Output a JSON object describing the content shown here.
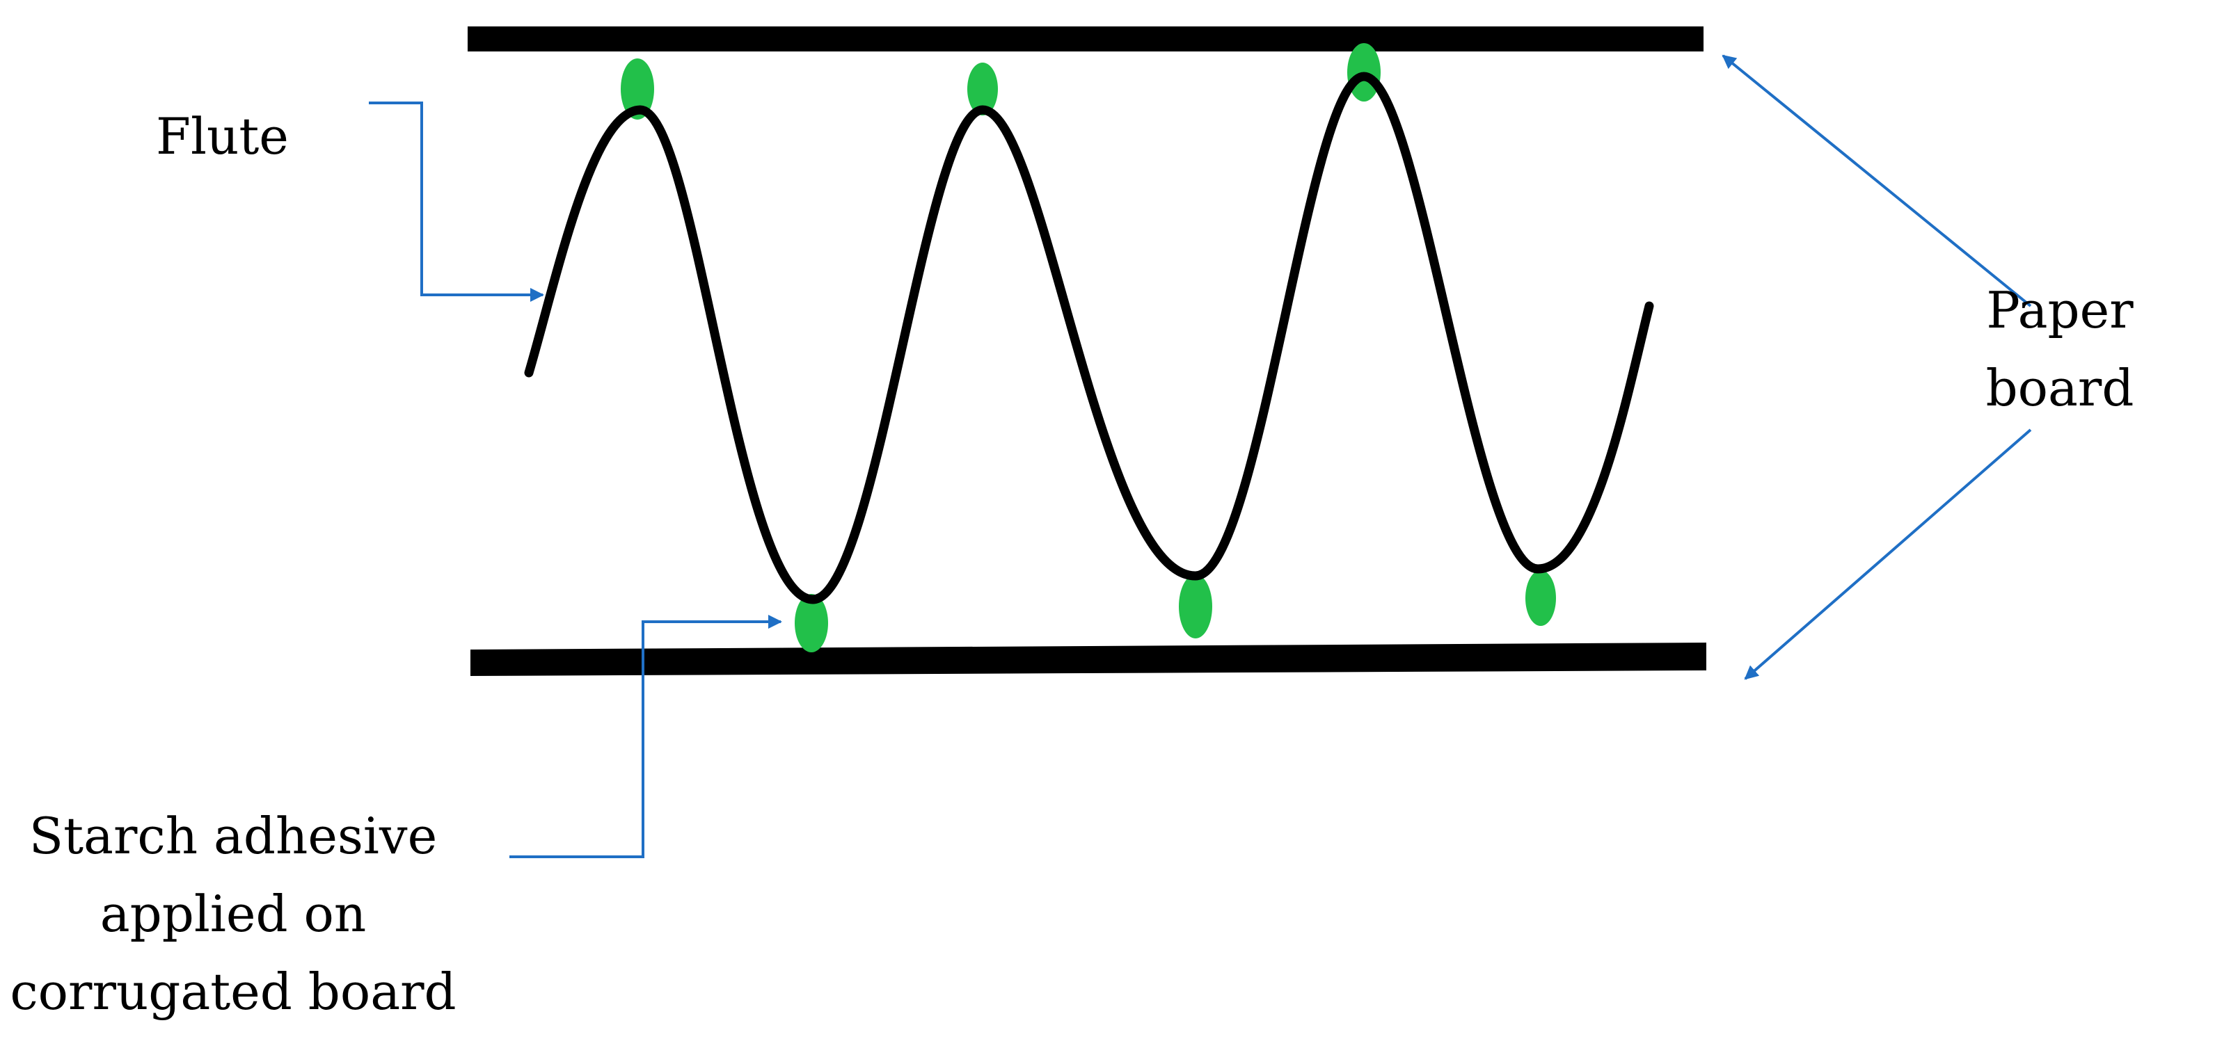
{
  "labels": {
    "flute": "Flute",
    "paper_board": [
      "Paper",
      "board"
    ],
    "starch_adhesive": [
      "Starch adhesive",
      "applied on",
      "corrugated board"
    ]
  },
  "colors": {
    "board": "#000000",
    "flute": "#000000",
    "adhesive": "#22c04a",
    "arrow": "#1f6fc5",
    "background": "#ffffff"
  }
}
